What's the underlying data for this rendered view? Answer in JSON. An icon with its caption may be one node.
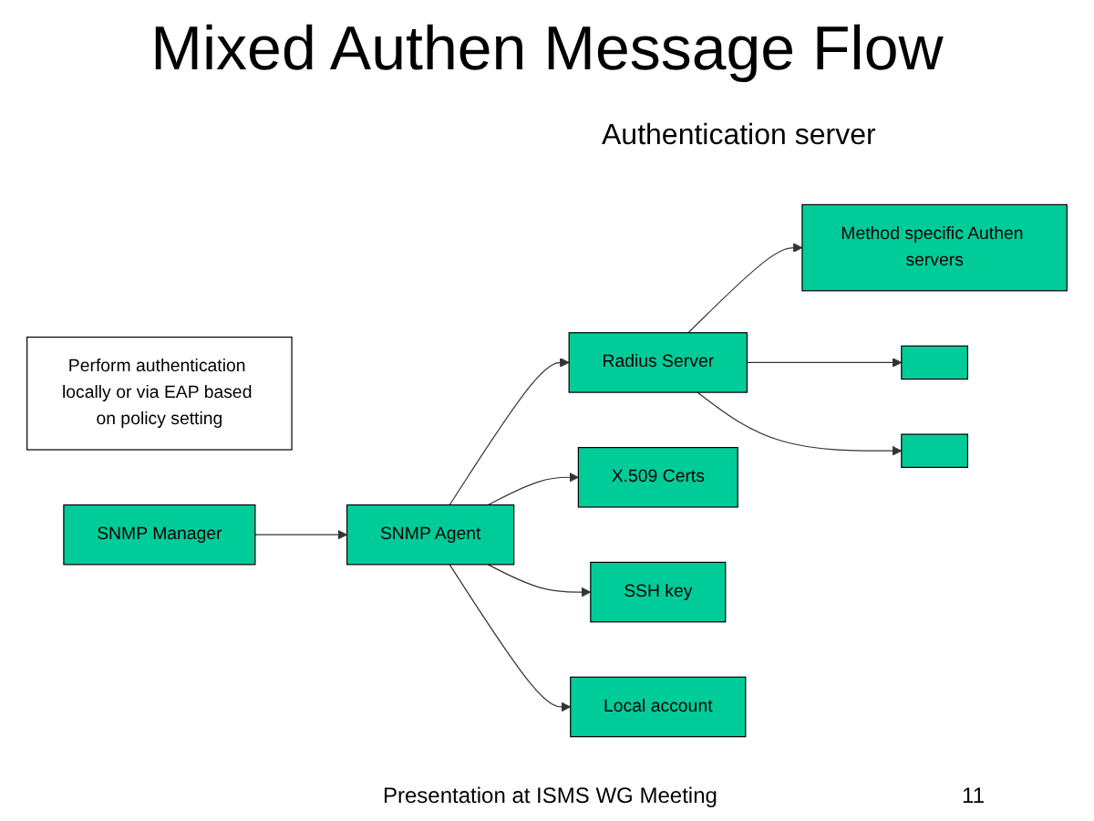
{
  "diagram": {
    "title": "Mixed Authen Message Flow",
    "nodes": [
      {
        "text": [
          "Perform authentication locally or via EAP based on policy setting"
        ]
      },
      {
        "text": [
          "SNMP Manager"
        ]
      },
      {
        "text": [
          "SNMP Agent"
        ]
      },
      {
        "text": [
          "Radius Server"
        ]
      },
      {
        "text": [
          "Method specific Authen servers"
        ]
      },
      {
        "text": [],
        "shape": "box"
      },
      {
        "text": [],
        "shape": "box"
      },
      {
        "text": [
          "X.509 Certs"
        ]
      },
      {
        "text": [
          "SSH key"
        ]
      },
      {
        "text": [
          "Local account"
        ]
      }
    ],
    "edges": [
      {
        "from": 1,
        "to": 2,
        "arrow": "to"
      },
      {
        "from": 2,
        "to": 3,
        "arrow": "to"
      },
      {
        "from": 3,
        "to": 4,
        "arrow": "to"
      },
      {
        "from": 3,
        "to": 5,
        "arrow": "to"
      },
      {
        "from": 3,
        "to": 6,
        "arrow": "to"
      },
      {
        "from": 2,
        "to": 7,
        "arrow": "to"
      },
      {
        "from": 2,
        "to": 8,
        "arrow": "to"
      },
      {
        "from": 2,
        "to": 9,
        "arrow": "to"
      }
    ],
    "labels": [
      "Authentication server",
      "Presentation at ISMS WG Meeting",
      "11"
    ]
  }
}
